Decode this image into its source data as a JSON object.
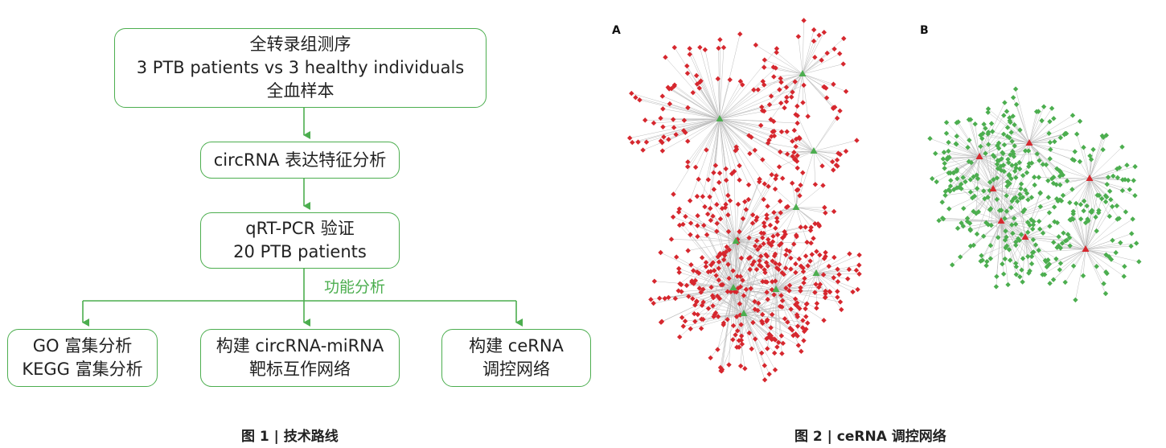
{
  "figure1": {
    "caption": "图 1 | 技术路线",
    "box_top": [
      "全转录组测序",
      "3 PTB patients vs 3 healthy individuals",
      "全血样本"
    ],
    "box_circ": [
      "circRNA 表达特征分析"
    ],
    "box_qpcr": [
      "qRT-PCR 验证",
      "20 PTB patients"
    ],
    "branch_label": "功能分析",
    "box_go": [
      "GO 富集分析",
      "KEGG 富集分析"
    ],
    "box_mirna": [
      "构建 circRNA-miRNA",
      "靶标互作网络"
    ],
    "box_cerna": [
      "构建 ceRNA",
      "调控网络"
    ]
  },
  "figure2": {
    "caption": "图 2 | ceRNA 调控网络",
    "panel_a_label": "A",
    "panel_b_label": "B",
    "colors": {
      "panel_a_nodes": "#d6272e",
      "panel_a_hubs": "#4cae4f",
      "panel_b_nodes": "#4cae4f",
      "panel_b_hubs": "#d6272e",
      "edges": "#bdbdbd"
    }
  },
  "colors": {
    "accent": "#4cae4f"
  }
}
